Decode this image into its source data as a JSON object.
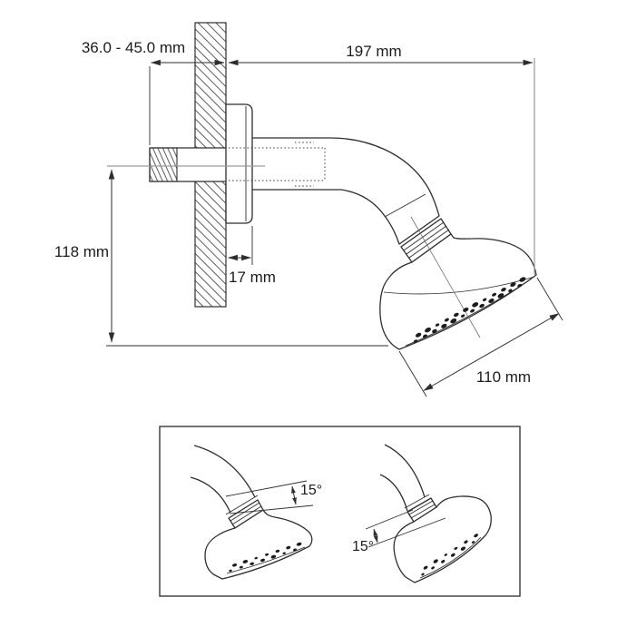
{
  "dimensions": {
    "wall_thickness": "36.0 - 45.0 mm",
    "reach": "197 mm",
    "height": "118 mm",
    "escutcheon_depth": "17 mm",
    "head_diameter": "110 mm"
  },
  "inset": {
    "left_tilt_angle": "15°",
    "right_tilt_angle": "15°"
  },
  "colors": {
    "line": "#2e2e2e",
    "centerline": "#9a9a9a",
    "background": "#ffffff"
  }
}
